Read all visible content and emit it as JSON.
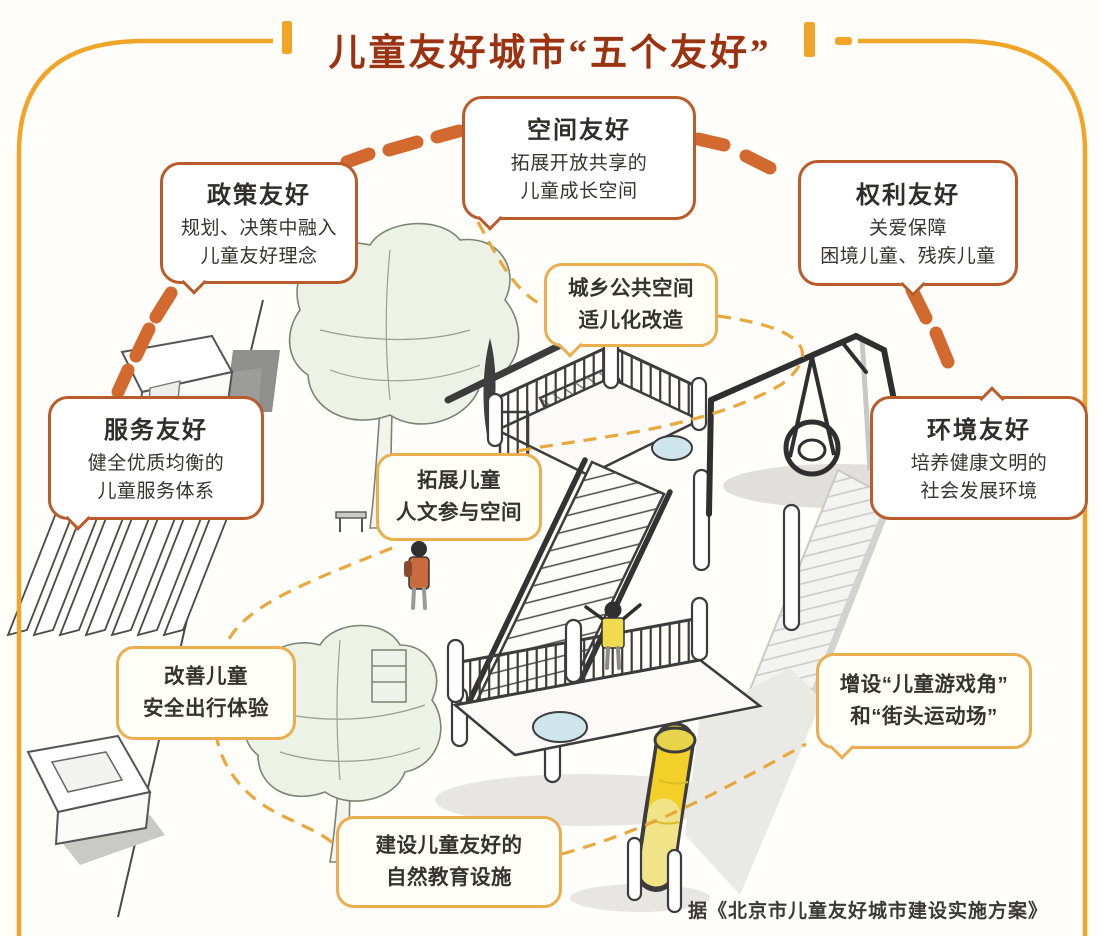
{
  "title": "儿童友好城市“五个友好”",
  "source_note": "据《北京市儿童友好城市建设实施方案》",
  "palette": {
    "frame_gold": "#F1A528",
    "title_red": "#9B3312",
    "main_box_border": "#B95B2B",
    "measure_box_border": "#EBAE4E",
    "arc_dash_orange": "#D2692E",
    "connector_gold": "#E8A83B",
    "slide_yellow": "#F2D028",
    "text_dark": "#33322E"
  },
  "main_boxes": [
    {
      "id": "policy",
      "title": "政策友好",
      "line1": "规划、决策中融入",
      "line2": "儿童友好理念"
    },
    {
      "id": "space",
      "title": "空间友好",
      "line1": "拓展开放共享的",
      "line2": "儿童成长空间"
    },
    {
      "id": "rights",
      "title": "权利友好",
      "line1": "关爱保障",
      "line2": "困境儿童、残疾儿童"
    },
    {
      "id": "service",
      "title": "服务友好",
      "line1": "健全优质均衡的",
      "line2": "儿童服务体系"
    },
    {
      "id": "environment",
      "title": "环境友好",
      "line1": "培养健康文明的",
      "line2": "社会发展环境"
    }
  ],
  "measure_boxes": [
    {
      "id": "public-space-renovation",
      "line1": "城乡公共空间",
      "line2": "适儿化改造"
    },
    {
      "id": "cultural-participation",
      "line1": "拓展儿童",
      "line2": "人文参与空间"
    },
    {
      "id": "safe-travel",
      "line1": "改善儿童",
      "line2": "安全出行体验"
    },
    {
      "id": "play-corners",
      "line1": "增设“儿童游戏角”",
      "line2": "和“街头运动场”"
    },
    {
      "id": "nature-education",
      "line1": "建设儿童友好的",
      "line2": "自然教育设施"
    }
  ],
  "illustration": {
    "elements": [
      "footbridge-with-stairs",
      "swing-with-tire",
      "yellow-slide",
      "trees",
      "zebra-crosswalk",
      "cars",
      "children-figures"
    ]
  }
}
